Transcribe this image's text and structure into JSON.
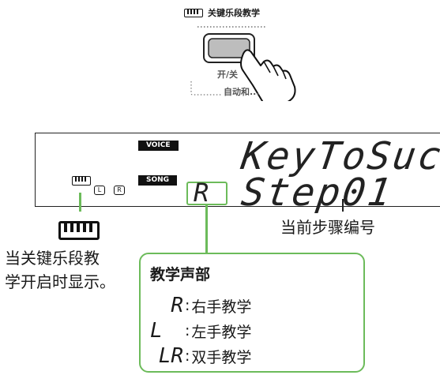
{
  "header": {
    "title": "关键乐段教学"
  },
  "button_illustration": {
    "label_on_off": "开/关",
    "label_auto": "自动和..."
  },
  "lcd": {
    "voice_tag": "VOICE",
    "song_tag": "SONG",
    "top_text": "KeyToSuc",
    "bottom_text": "Step01",
    "part_text": "R",
    "indicator_L": "L",
    "indicator_R": "R"
  },
  "annotations": {
    "left_note_line1": "当关键乐段教",
    "left_note_line2": "学开启时显示。",
    "step_number": "当前步骤编号"
  },
  "callout": {
    "title": "教学声部",
    "rows": [
      {
        "symbol": "R",
        "text": "右手教学"
      },
      {
        "symbol": "L",
        "text": "左手教学"
      },
      {
        "symbol": "LR",
        "text": "双手教学"
      }
    ]
  },
  "colors": {
    "accent_green": "#6cbb5a",
    "black": "#111111"
  }
}
